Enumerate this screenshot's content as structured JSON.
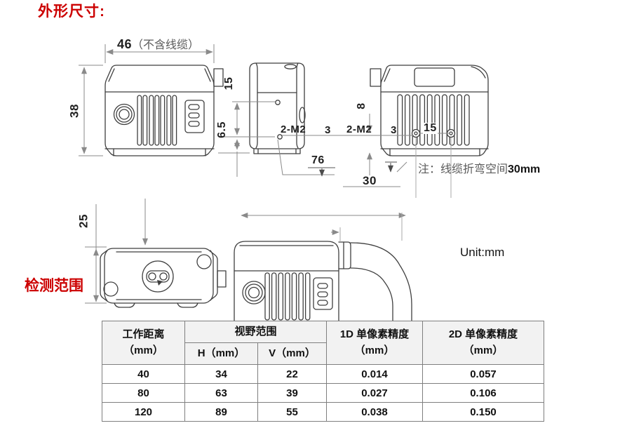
{
  "page": {
    "title": "外形尺寸:",
    "unit_label": "Unit:mm",
    "detection_range_label": "检测范围",
    "note_prefix": "注：线缆折弯空间",
    "note_value": "30mm"
  },
  "dimensions": {
    "width_value": "46",
    "width_note": "（不含线缆）",
    "height": "38",
    "thickness": "25",
    "side_hole_spacing": "15",
    "side_bottom_offset": "6.5",
    "side_screw": "2-M2",
    "side_screw_depth": "3",
    "side_length": "76",
    "rear_screw": "2-M2",
    "rear_screw_depth": "3",
    "rear_hole_spacing": "15",
    "rear_bottom_offset": "8",
    "rear_cable_space": "30"
  },
  "colors": {
    "accent_red": "#cc0000",
    "drawing_line": "#3f3f3f",
    "dimension_line": "#8a8a8a",
    "table_border": "#7f7f7f",
    "table_header_bg": "#f2f2f2"
  },
  "table": {
    "headers": {
      "work_distance": "工作距离\n（mm）",
      "fov": "视野范围",
      "fov_h": "H（mm）",
      "fov_v": "V（mm）",
      "precision_1d": "1D 单像素精度\n（mm）",
      "precision_2d": "2D 单像素精度\n（mm）"
    },
    "rows": [
      [
        "40",
        "34",
        "22",
        "0.014",
        "0.057"
      ],
      [
        "80",
        "63",
        "39",
        "0.027",
        "0.106"
      ],
      [
        "120",
        "89",
        "55",
        "0.038",
        "0.150"
      ]
    ]
  }
}
